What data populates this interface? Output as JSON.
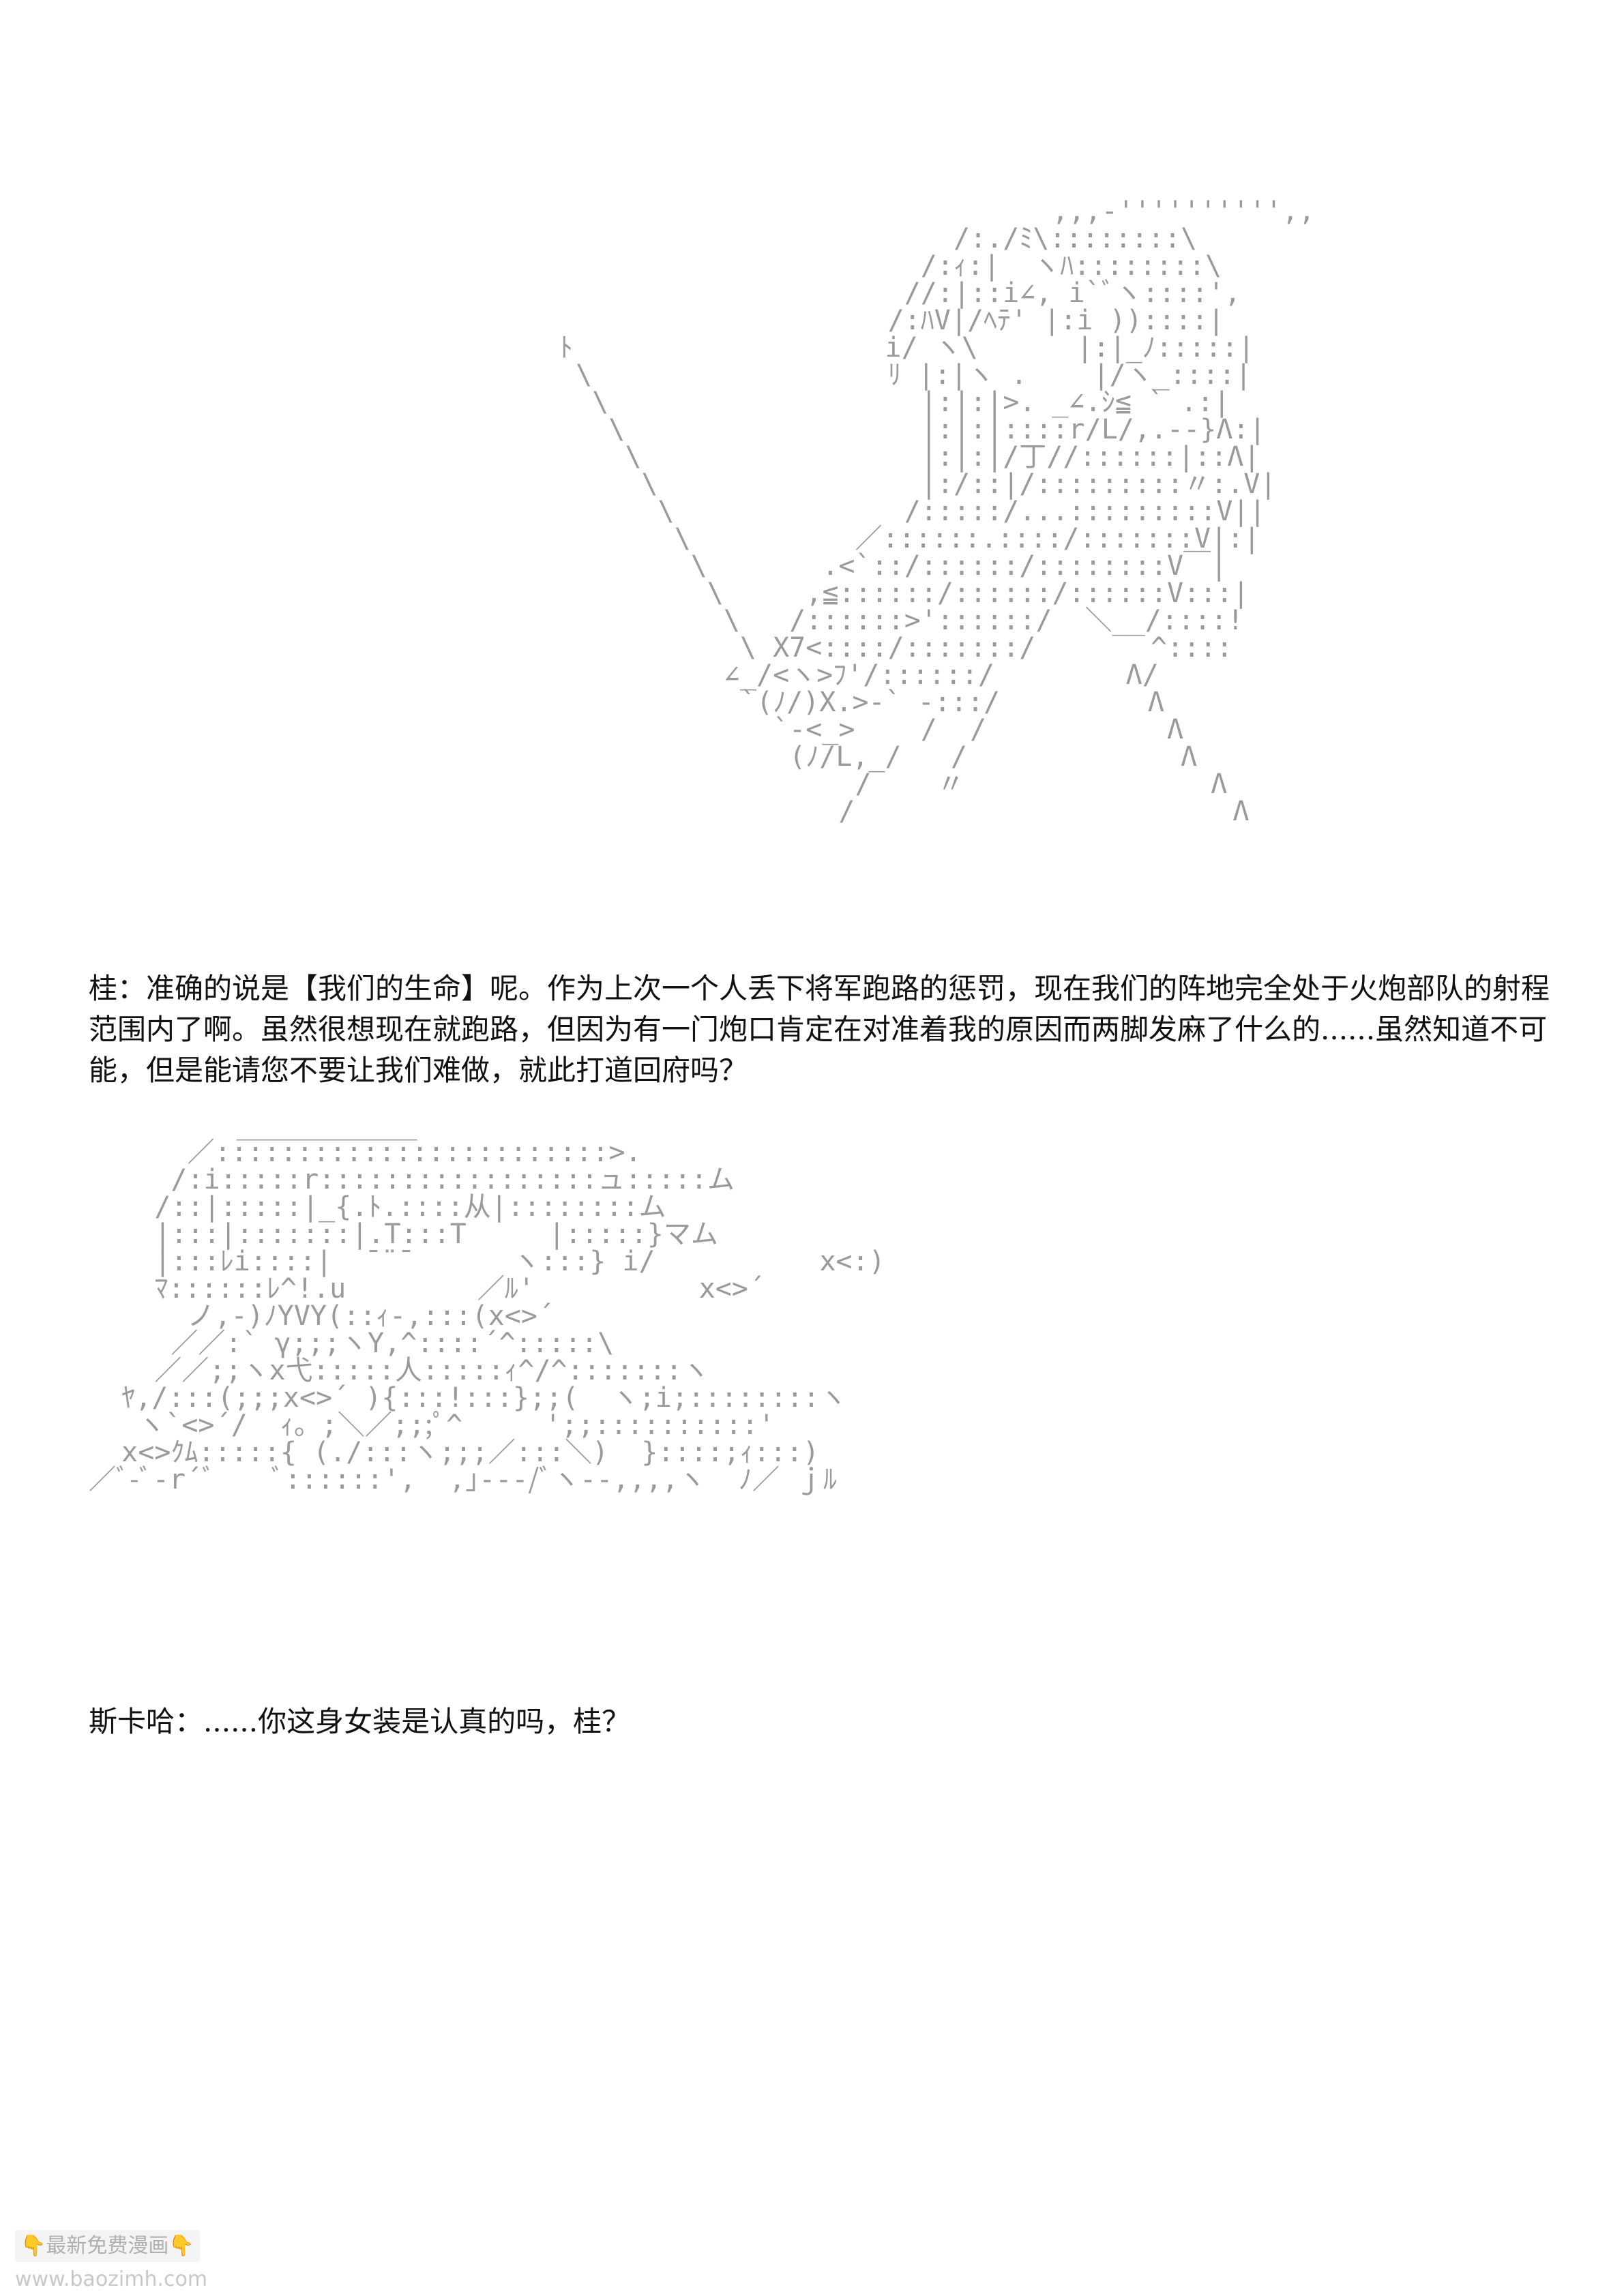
{
  "art": {
    "katsura": "                              ,,,-'''''''''',,\n                        /:./ﾐ\\::::::::\\\n                      /:ｨ:|  ヽﾊ::::::::\\\n                     //:|::i∠, i`ﾞヽ::::',\n                    /:ﾊV|/ﾍﾃ' |:i ))::::|\nﾄ                   i/ ヽ\\      |:|_ﾉ:::::|\n \\                  ﾘ |:|ヽ .    |/ヽ_::::|\n  \\                   |:|:|>. _∠.ｼ≦ ` .:|\n   \\                  |:|:|::::r/L/,.--}Λ:|\n    \\                 |:|:|/丁//::::::|::Λ|\n     \\                |:/::|/:::::::::〃:.V|\n      \\              /:::::/...:::::::::V||\n       \\          ／::::::.::::/:::::::V|:|\n        \\       .<`::/::::::/::::::::V￣|\n         \\     ,≦::::::/::::::/::::::V:::|\n          \\   /::::::>'::::::/  ＼__/::::!\n           \\ X7<::::/:::::::/       ^::::\n          ∠_/<ヽ>ﾌ'/::::::/        Λ/\n           `(ﾉ/)X.>-` -:::/         Λ\n             `-<_>    /  /           Λ\n              (ﾉ/L,_/   /             Λ\n                  /    〃               Λ\n                 /                       Λ",
    "scarron": "         ___________\n      ／::::::::::::::::::::::::>.\n     /:i:::::r:::::::::::::::::ュ:::::ム\n    /::|:::::|_{.ﾄ.::::从|::::::::ム\n    |:::|:::::::|.T:::T     |:::::}マム\n    |:::ﾚi::::|  ¯¨¯      ヽ:::} i/          x<:)\n    ﾏ::::::ﾚ^!.u        ／ﾙ'          x<>´\n      ノ,-)ﾉYVY(::ｨ-,:::(x<>´\n     ／／:` γ;;;ヽY,^::::´^:::::\\\n    ／／;;ヽx弋:::::人:::::ｨ^/^:::::::ヽ\n  ﾔ,/:::(;;;x<>´ ){:::!:::};;(  ヽ;i;::::::::ヽ\n   ヽ`<>´/  ｨ。;＼／;;;ﾟ^     ';;::::::::::'\n  x<>ｸﾑ:::::{ (./:::ヽ;;;／:::＼)  }::::;ｨ:::)\n／ﾞ-ﾞ-r´ﾞ    ﾞ::::::',  ,｣---/ﾞヽ--,,,,ヽ  ﾉ／ ｊﾙ"
  },
  "dialogue": [
    {
      "speaker": "桂：",
      "text": "准确的说是【我们的生命】呢。作为上次一个人丢下将军跑路的惩罚，现在我们的阵地完全处于火炮部队的射程范围内了啊。虽然很想现在就跑路，但因为有一门炮口肯定在对准着我的原因而两脚发麻了什么的......虽然知道不可能，但是能请您不要让我们难做，就此打道回府吗？"
    },
    {
      "speaker": "斯卡哈：",
      "text": "......你这身女装是认真的吗，桂？"
    }
  ],
  "watermark": {
    "left_icon": "👇",
    "label": "最新免费漫画",
    "right_icon": "👇",
    "url": "www.baozimh.com"
  },
  "colors": {
    "art": "#9a9a9a",
    "text": "#111111",
    "background": "#ffffff"
  }
}
